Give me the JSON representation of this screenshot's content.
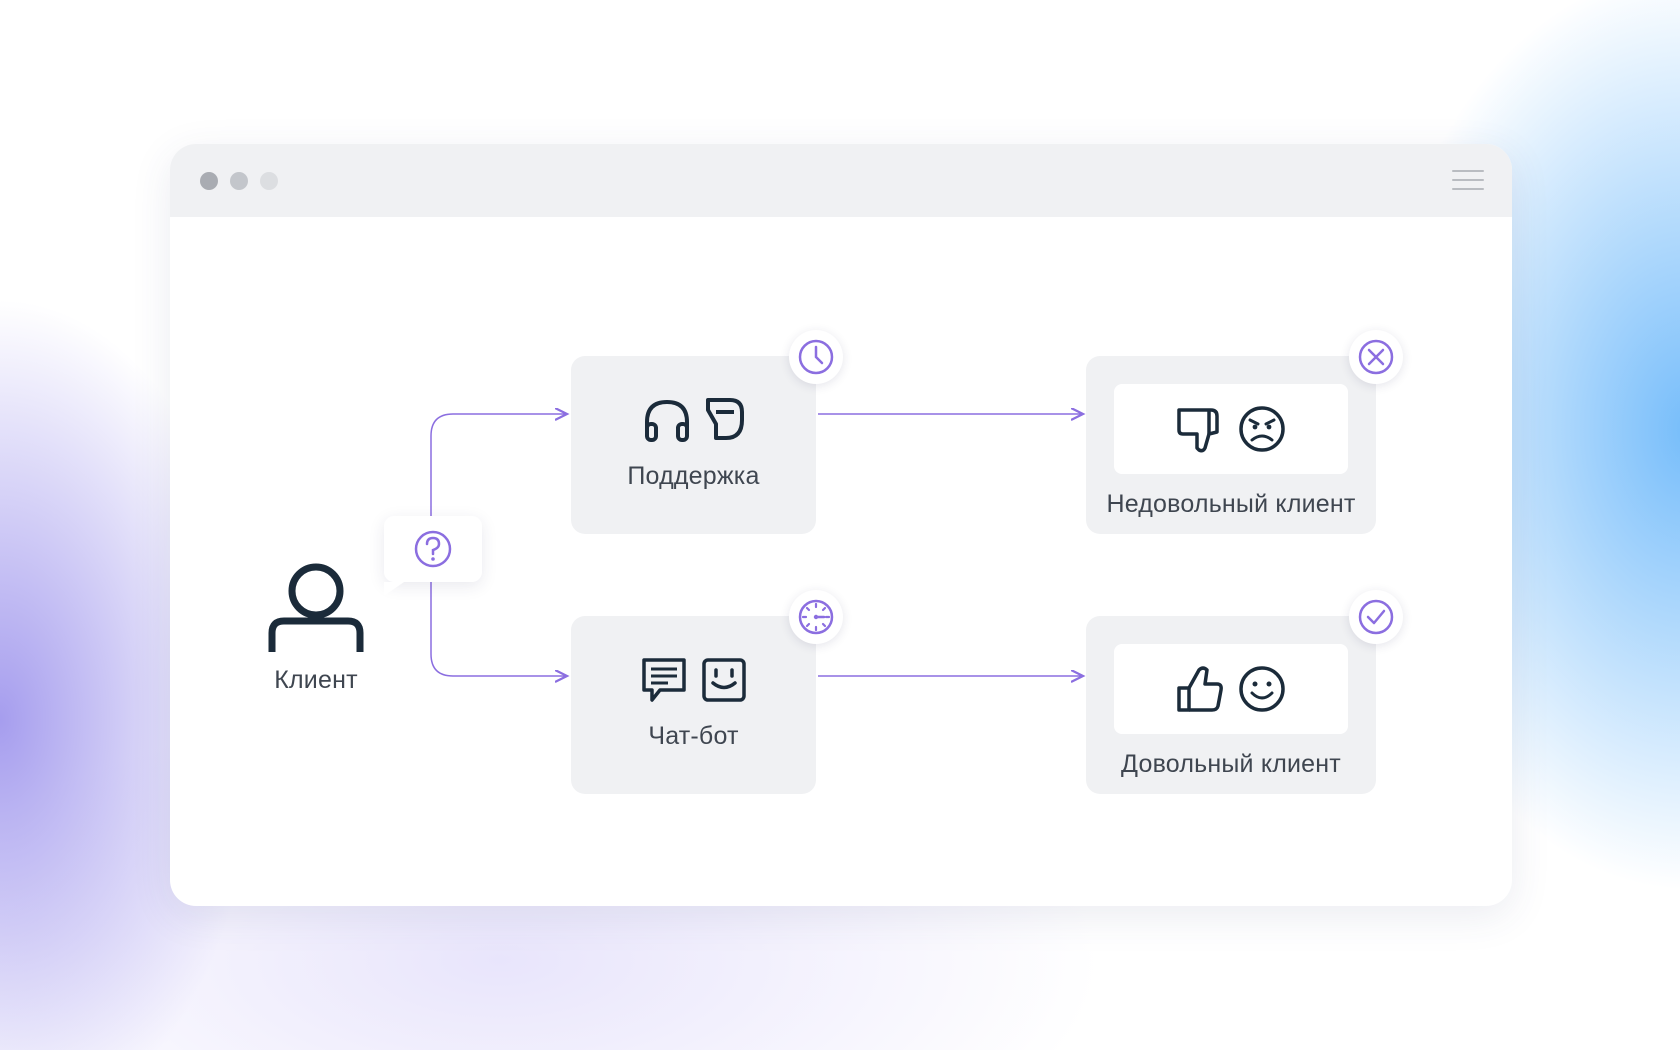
{
  "colors": {
    "accent": "#8b6ee0",
    "icon": "#1b2b3a",
    "card": "#f0f1f3"
  },
  "window": {
    "controls": [
      "close-dot",
      "minimize-dot",
      "maximize-dot"
    ],
    "menu_icon": "hamburger-icon"
  },
  "diagram": {
    "client": {
      "label": "Клиент",
      "icon": "user-icon"
    },
    "question": {
      "icon": "question-icon"
    },
    "nodes": [
      {
        "id": "support",
        "label": "Поддержка",
        "icons": [
          "headset-icon",
          "speech-bubble-icon"
        ],
        "badge_icon": "clock-icon"
      },
      {
        "id": "chatbot",
        "label": "Чат-бот",
        "icons": [
          "chat-icon",
          "robot-icon"
        ],
        "badge_icon": "speed-icon"
      },
      {
        "id": "unhappy",
        "label": "Недовольный клиент",
        "icons": [
          "thumbs-down-icon",
          "angry-face-icon"
        ],
        "badge_icon": "cross-icon"
      },
      {
        "id": "happy",
        "label": "Довольный клиент",
        "icons": [
          "thumbs-up-icon",
          "smile-face-icon"
        ],
        "badge_icon": "check-icon"
      }
    ],
    "edges": [
      {
        "from": "client",
        "to": "support"
      },
      {
        "from": "client",
        "to": "chatbot"
      },
      {
        "from": "support",
        "to": "unhappy"
      },
      {
        "from": "chatbot",
        "to": "happy"
      }
    ]
  }
}
